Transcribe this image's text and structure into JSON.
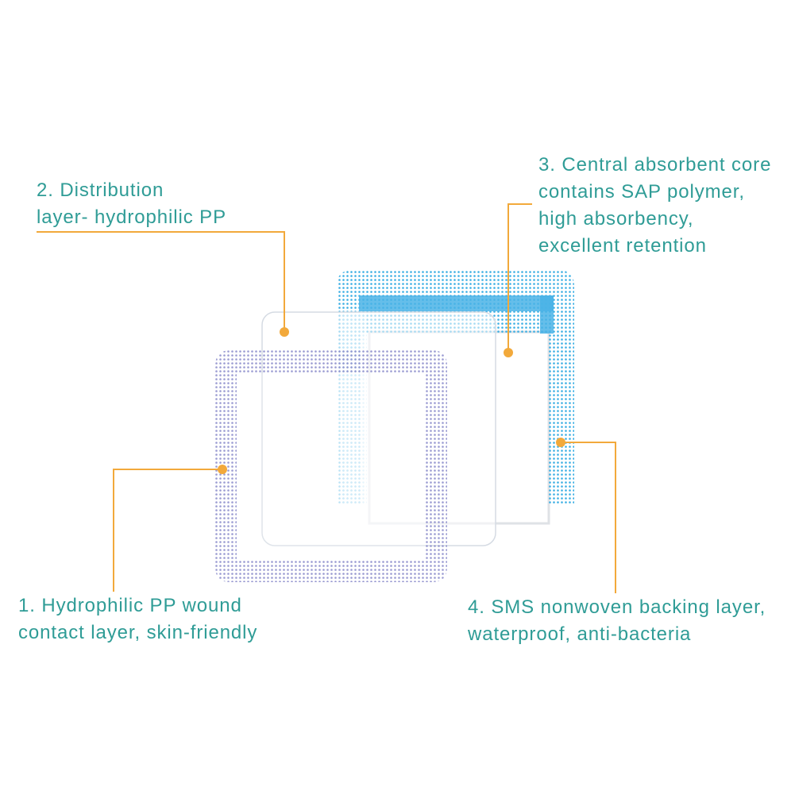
{
  "layers": [
    {
      "id": "contact",
      "number": "1",
      "lines": [
        "1. Hydrophilic PP wound",
        "contact layer, skin-friendly"
      ],
      "color": "#8f8fcf"
    },
    {
      "id": "distribution",
      "number": "2",
      "lines": [
        "2. Distribution",
        "layer- hydrophilic PP"
      ],
      "color": "#d7dde6"
    },
    {
      "id": "core",
      "number": "3",
      "lines": [
        "3. Central absorbent core",
        "contains SAP polymer,",
        "high absorbency,",
        "excellent retention"
      ],
      "color": "#4db4e6"
    },
    {
      "id": "backing",
      "number": "4",
      "lines": [
        "4. SMS nonwoven backing layer,",
        "waterproof, anti-bacteria"
      ],
      "color": "#bfc3c8"
    }
  ],
  "colors": {
    "label_text": "#2f9c96",
    "leader_line": "#f2a93b",
    "marker_dot": "#f2a93b"
  }
}
